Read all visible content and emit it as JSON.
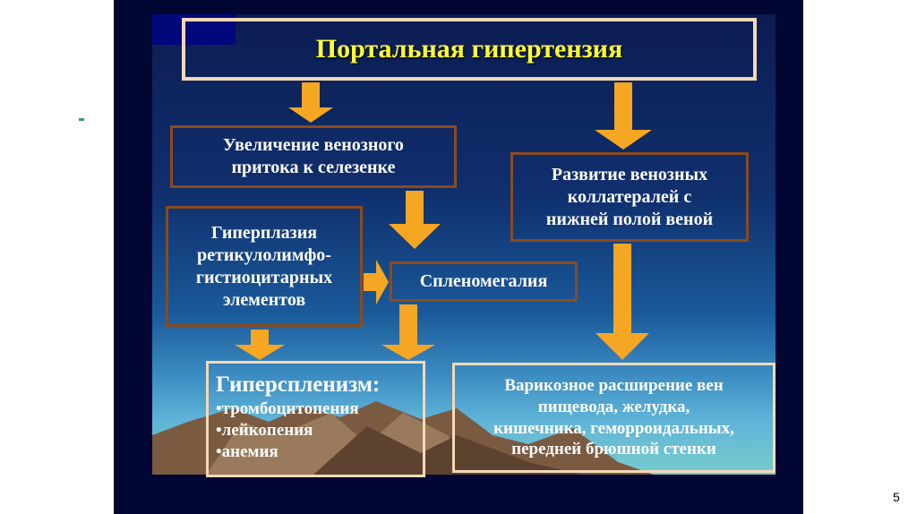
{
  "title": "Портальная гипертензия",
  "boxes": {
    "venous_inflow": [
      "Увеличение венозного",
      "притока к селезенке"
    ],
    "collaterals": [
      "Развитие венозных",
      "коллатералей с",
      "нижней полой веной"
    ],
    "hyperplasia": [
      "Гиперплазия",
      "ретикулолимфо-",
      "гистиоцитарных",
      "элементов"
    ],
    "splenomegaly": "Спленомегалия",
    "hypersplenism": {
      "heading": "Гиперспленизм:",
      "items": [
        "•тромбоцитопения",
        "•лейкопения",
        "•анемия"
      ]
    },
    "varicose": [
      "Варикозное расширение вен",
      "пищевода, желудка,",
      "кишечника, геморроидальных,",
      "передней брюшной стенки"
    ]
  },
  "page_number": "5",
  "colors": {
    "arrow": "#f5a623",
    "title": "#ffff33",
    "box_border": "#8a4a1e"
  }
}
